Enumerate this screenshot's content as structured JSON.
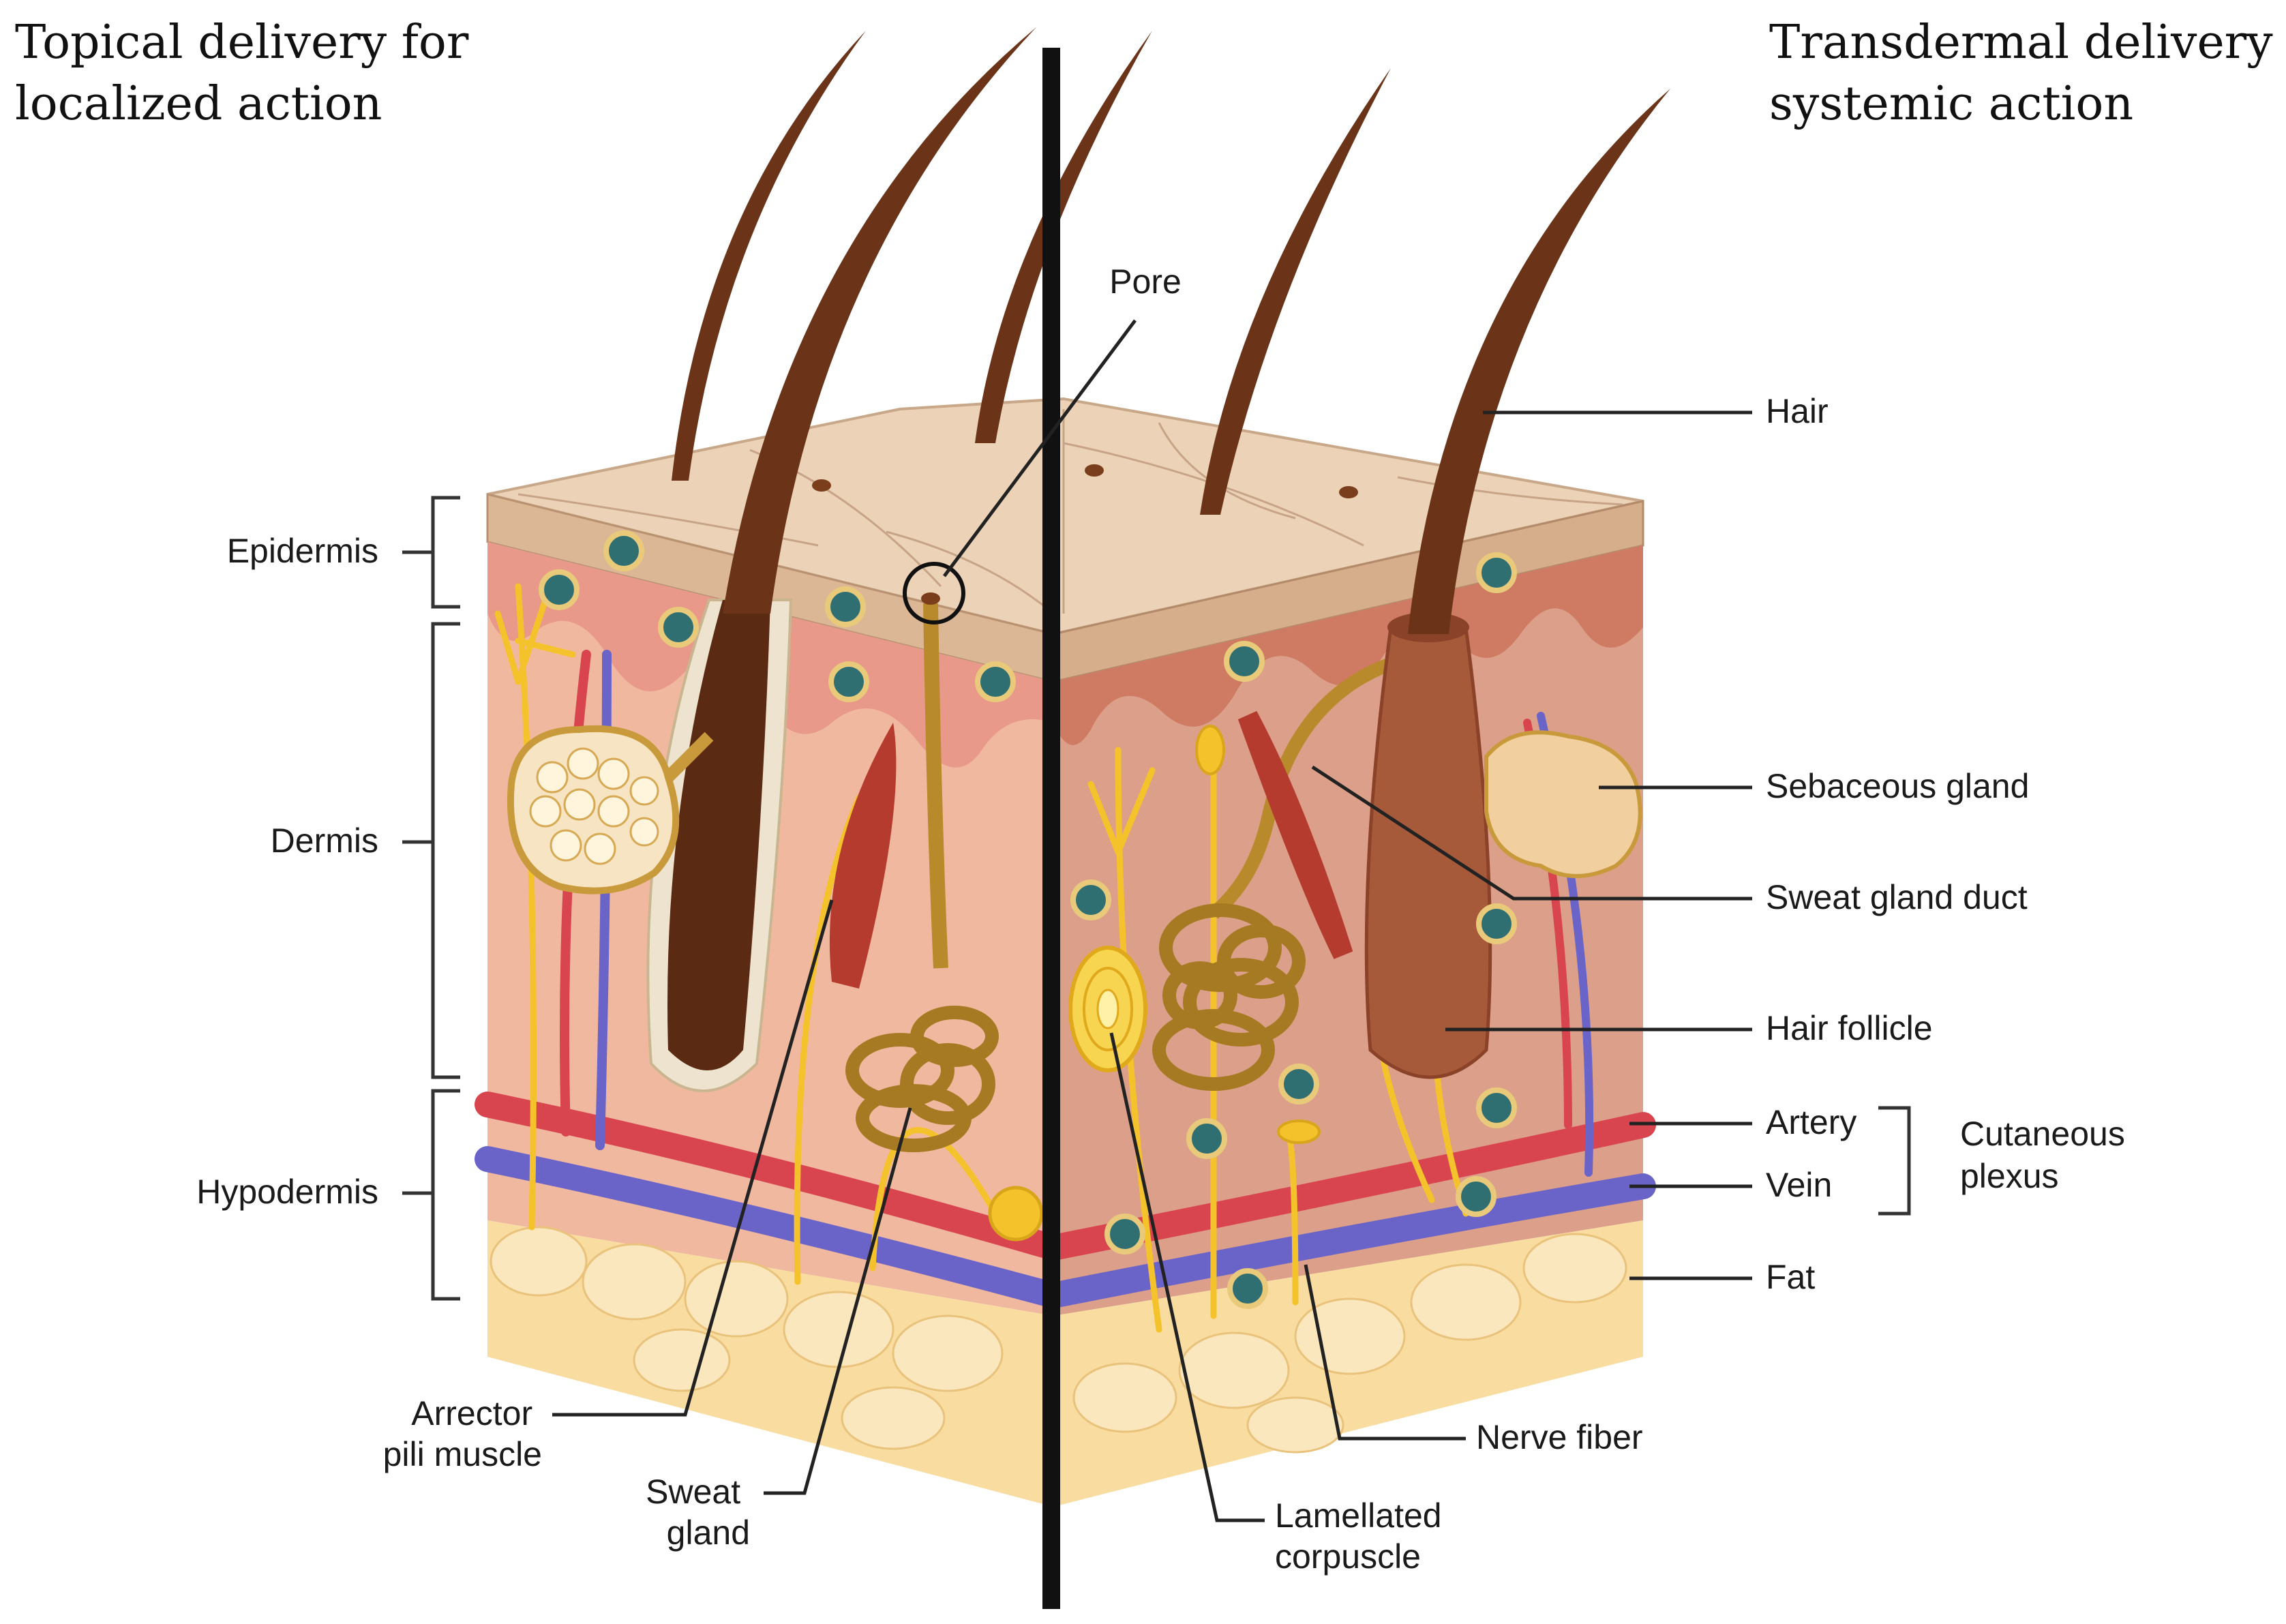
{
  "titles": {
    "left": [
      "Topical delivery for",
      "localized action"
    ],
    "right": [
      "Transdermal delivery for",
      "systemic action"
    ]
  },
  "layers": {
    "epidermis": "Epidermis",
    "dermis": "Dermis",
    "hypodermis": "Hypodermis"
  },
  "labels": {
    "pore": "Pore",
    "hair": "Hair",
    "sebaceous_gland": "Sebaceous gland",
    "sweat_gland_duct": "Sweat gland duct",
    "hair_follicle": "Hair follicle",
    "artery": "Artery",
    "vein": "Vein",
    "cutaneous_plexus": [
      "Cutaneous",
      "plexus"
    ],
    "fat": "Fat",
    "nerve_fiber": "Nerve fiber",
    "lamellated_corpuscle": [
      "Lamellated",
      "corpuscle"
    ],
    "sweat_gland": [
      "Sweat",
      "gland"
    ],
    "arrector_pili_muscle": [
      "Arrector",
      "pili muscle"
    ]
  },
  "colors": {
    "epidermis": "#e8c9a8",
    "dermis_left": "#efb39c",
    "dermis_right": "#d9917a",
    "fat": "#f9dca0",
    "hair": "#6b3418",
    "artery": "#d9454f",
    "vein": "#6a64c8",
    "nerve": "#f4c22b",
    "gland": "#b98a2c"
  }
}
